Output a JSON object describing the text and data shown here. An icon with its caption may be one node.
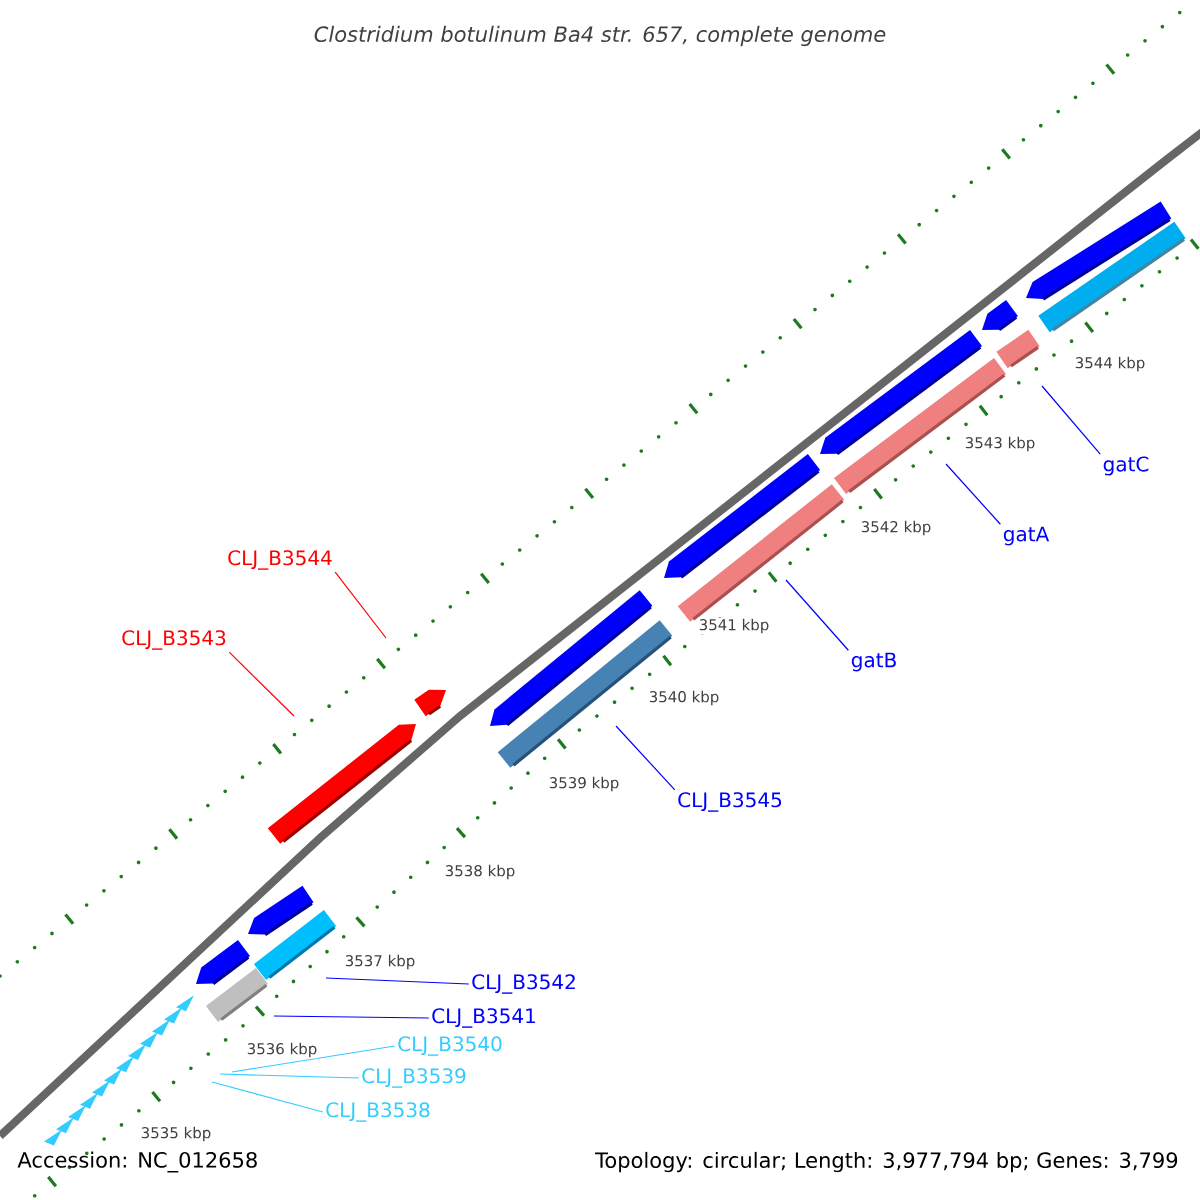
{
  "diagram": {
    "title": "Clostridium botulinum Ba4 str. 657, complete genome",
    "nodes": [
      {
        "text": [
          "gatC"
        ]
      },
      {
        "text": [
          "gatA"
        ]
      },
      {
        "text": [
          "CLJ_B3544"
        ]
      },
      {
        "text": [
          "CLJ_B3543"
        ]
      },
      {
        "text": [
          "gatB"
        ]
      },
      {
        "text": [
          "CLJ_B3545"
        ]
      },
      {
        "text": [
          "CLJ_B3542"
        ]
      },
      {
        "text": [
          "CLJ_B3541"
        ]
      },
      {
        "text": [
          "CLJ_B3540"
        ]
      },
      {
        "text": [
          "CLJ_B3539"
        ]
      },
      {
        "text": [
          "CLJ_B3538"
        ]
      }
    ],
    "edges": [
      {
        "from": 0,
        "to": null,
        "arrow": "none"
      },
      {
        "from": 1,
        "to": null,
        "arrow": "none"
      },
      {
        "from": 2,
        "to": null,
        "arrow": "none",
        "color": "#ff0000"
      },
      {
        "from": 3,
        "to": null,
        "arrow": "none",
        "color": "#ff0000"
      },
      {
        "from": 4,
        "to": null,
        "arrow": "none"
      },
      {
        "from": 5,
        "to": null,
        "arrow": "none"
      },
      {
        "from": 6,
        "to": null,
        "arrow": "none"
      },
      {
        "from": 7,
        "to": null,
        "arrow": "none"
      },
      {
        "from": 8,
        "to": null,
        "arrow": "none",
        "color": "#33ccff"
      },
      {
        "from": 9,
        "to": null,
        "arrow": "none",
        "color": "#33ccff"
      },
      {
        "from": 10,
        "to": null,
        "arrow": "none",
        "color": "#33ccff"
      }
    ],
    "labels": [
      "3544 kbp",
      "3543 kbp",
      "3542 kbp",
      "3541 kbp",
      "3540 kbp",
      "3539 kbp",
      "3538 kbp",
      "3537 kbp",
      "3536 kbp",
      "3535 kbp",
      "Accession: NC_012658",
      "Topology: circular; Length: 3,977,794 bp; Genes: 3,799"
    ]
  }
}
